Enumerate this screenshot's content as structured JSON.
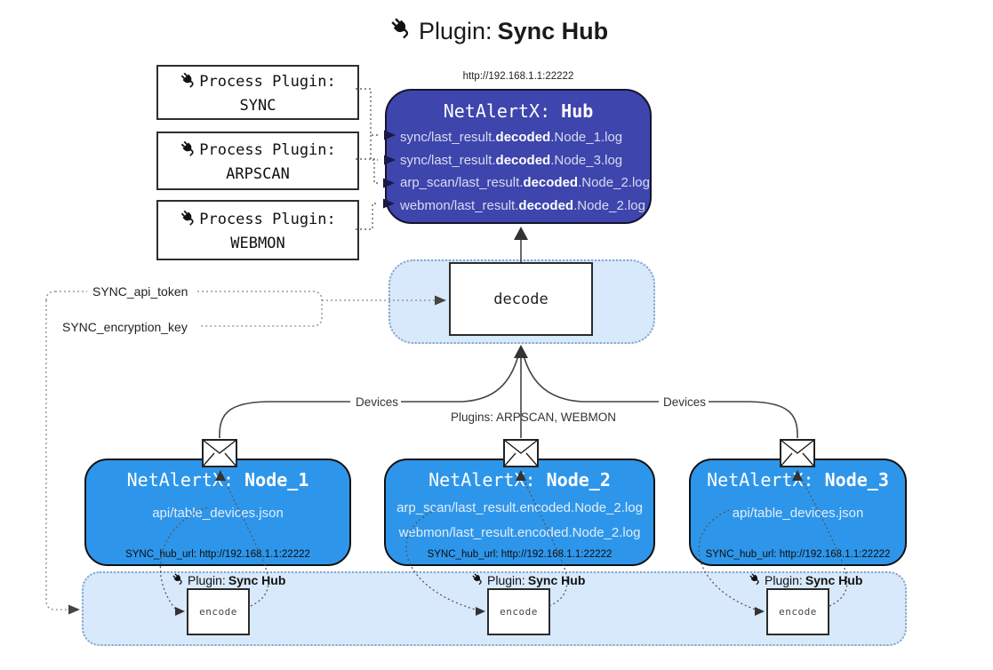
{
  "title": {
    "prefix": "Plugin:",
    "name": "Sync Hub"
  },
  "process_plugins": [
    {
      "label": "Process Plugin:",
      "name": "SYNC"
    },
    {
      "label": "Process Plugin:",
      "name": "ARPSCAN"
    },
    {
      "label": "Process Plugin:",
      "name": "WEBMON"
    }
  ],
  "hub": {
    "url": "http://192.168.1.1:22222",
    "title_prefix": "NetAlertX:",
    "title_name": "Hub",
    "logs": [
      {
        "pre": "sync/last_result.",
        "bold": "decoded",
        "post": ".Node_1.log"
      },
      {
        "pre": "sync/last_result.",
        "bold": "decoded",
        "post": ".Node_3.log"
      },
      {
        "pre": "arp_scan/last_result.",
        "bold": "decoded",
        "post": ".Node_2.log"
      },
      {
        "pre": "webmon/last_result.",
        "bold": "decoded",
        "post": ".Node_2.log"
      }
    ]
  },
  "decode": {
    "label": "decode"
  },
  "config": {
    "api_token": "SYNC_api_token",
    "encryption_key": "SYNC_encryption_key"
  },
  "edges": {
    "left": "Devices",
    "center": "Plugins: ARPSCAN, WEBMON",
    "right": "Devices"
  },
  "nodes": [
    {
      "title_prefix": "NetAlertX:",
      "title_name": "Node_1",
      "files": [
        "api/table_devices.json"
      ],
      "hub_url": "SYNC_hub_url: http://192.168.1.1:22222"
    },
    {
      "title_prefix": "NetAlertX:",
      "title_name": "Node_2",
      "files": [
        "arp_scan/last_result.encoded.Node_2.log",
        "webmon/last_result.encoded.Node_2.log"
      ],
      "hub_url": "SYNC_hub_url: http://192.168.1.1:22222"
    },
    {
      "title_prefix": "NetAlertX:",
      "title_name": "Node_3",
      "files": [
        "api/table_devices.json"
      ],
      "hub_url": "SYNC_hub_url: http://192.168.1.1:22222"
    }
  ],
  "encode": {
    "plugin_label": "Plugin:",
    "plugin_name": "Sync Hub",
    "box_label": "encode"
  },
  "colors": {
    "hub": "#3e45ad",
    "node": "#2e96ea",
    "panel": "#d8e9fb",
    "panel_border": "#7fa3cc"
  }
}
